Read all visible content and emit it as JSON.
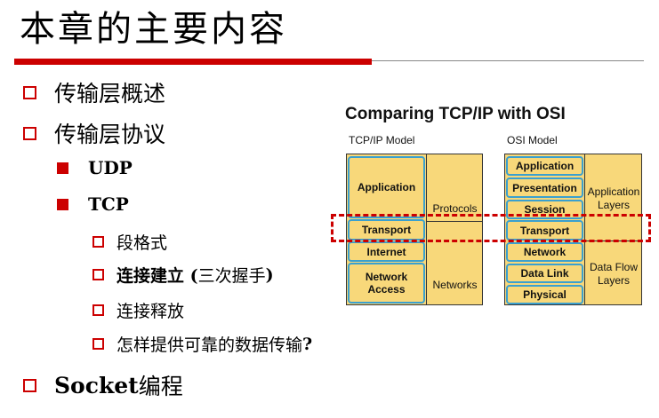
{
  "slide": {
    "title": "本章的主要内容",
    "bullets": {
      "b1": "传输层概述",
      "b2": "传输层协议",
      "udp": "UDP",
      "tcp": "TCP",
      "seg": "段格式",
      "conn_prefix": "连接建立 (",
      "conn_mid": "三次握手",
      "conn_suffix": " )",
      "release": "连接释放",
      "reliable_text": "怎样提供可靠的数据传输",
      "reliable_q": "?",
      "socket_en": "Socket",
      "socket_zh": "编程"
    }
  },
  "diagram": {
    "title": "Comparing TCP/IP with OSI",
    "tcpip_label": "TCP/IP Model",
    "osi_label": "OSI Model",
    "tcpip_layers": {
      "application": "Application",
      "transport": "Transport",
      "internet": "Internet",
      "network_access": "Network Access"
    },
    "tcpip_side": {
      "protocols": "Protocols",
      "networks": "Networks"
    },
    "osi_layers": {
      "application": "Application",
      "presentation": "Presentation",
      "session": "Session",
      "transport": "Transport",
      "network": "Network",
      "data_link": "Data Link",
      "physical": "Physical"
    },
    "osi_side": {
      "application_layers": "Application Layers",
      "data_flow_layers": "Data Flow Layers"
    }
  },
  "colors": {
    "accent": "#cc0000",
    "layer_fill": "#f8d87a",
    "layer_border": "#3aa0cf"
  }
}
